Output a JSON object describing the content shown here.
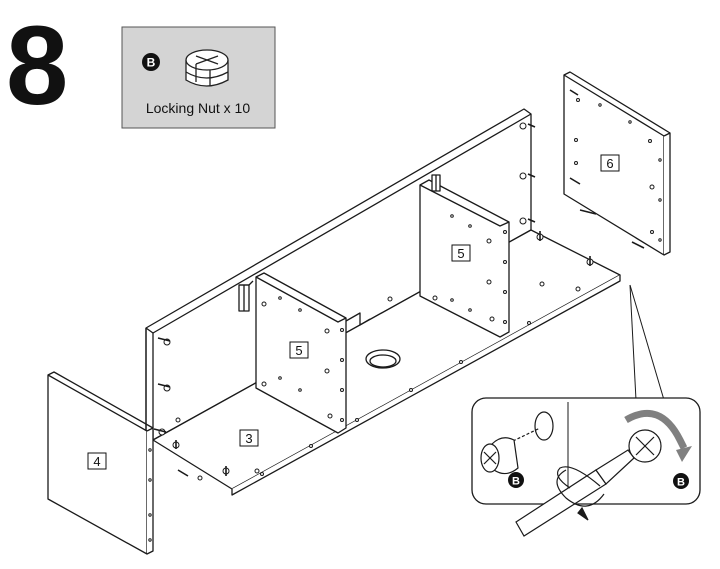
{
  "step": {
    "number": "8"
  },
  "parts_box": {
    "badge": "B",
    "label": "Locking Nut x 10"
  },
  "panels": [
    {
      "label": "6"
    },
    {
      "label": "5"
    },
    {
      "label": "5"
    },
    {
      "label": "3"
    },
    {
      "label": "4"
    }
  ],
  "detail": {
    "badge_left": "B",
    "badge_right": "B"
  },
  "colors": {
    "line": "#1a1a1a",
    "parts_box_bg": "#d4d4d4",
    "badge_bg": "#111111",
    "badge_text": "#ffffff",
    "rotation_arrow": "#808080",
    "panel_fill": "#ffffff"
  }
}
